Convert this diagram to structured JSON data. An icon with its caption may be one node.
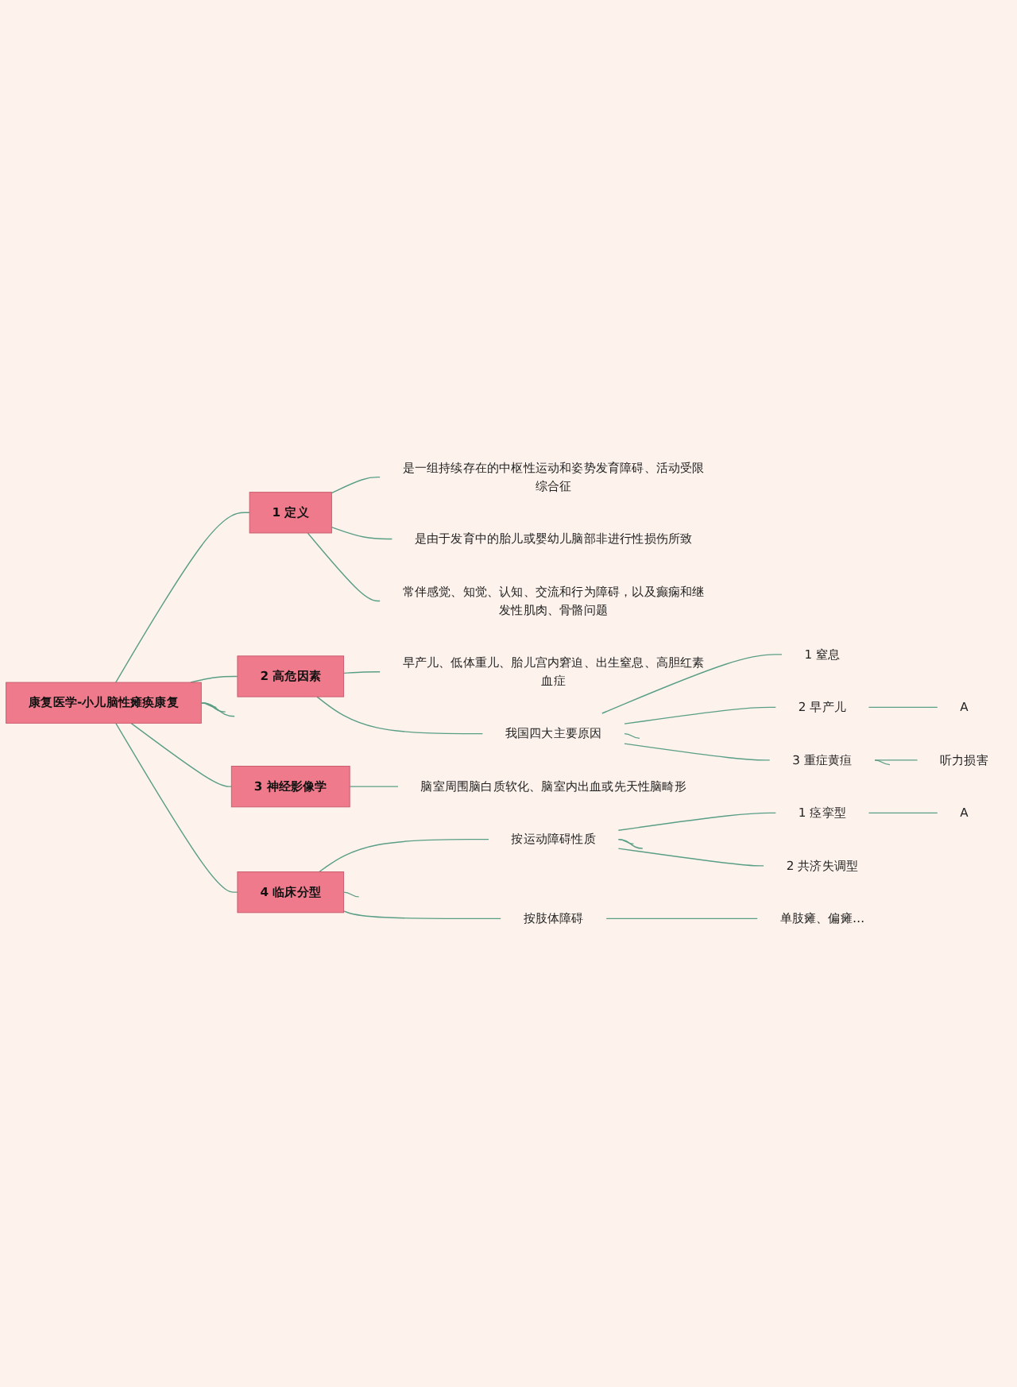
{
  "diagram": {
    "nodes": [
      {
        "text": [
          "康复医学-小儿脑性瘫痪康复"
        ]
      },
      {
        "text": [
          "1 定义"
        ]
      },
      {
        "text": [
          "是一组持续存在的中枢性运动和姿势发育障碍、活动受限综合征"
        ]
      },
      {
        "text": [
          "是由于发育中的胎儿或婴幼儿脑部非进行性损伤所致"
        ]
      },
      {
        "text": [
          "常伴感觉、知觉、认知、交流和行为障碍，以及癫痫和继发性肌肉、骨骼问题"
        ]
      },
      {
        "text": [
          "2 高危因素"
        ]
      },
      {
        "text": [
          "早产儿、低体重儿、胎儿宫内窘迫、出生窒息、高胆红素血症"
        ]
      },
      {
        "text": [
          "我国四大主要原因"
        ]
      },
      {
        "text": [
          "1 窒息"
        ]
      },
      {
        "text": [
          "2 早产儿"
        ]
      },
      {
        "text": [
          "A"
        ]
      },
      {
        "text": [
          "3 重症黄疸"
        ]
      },
      {
        "text": [
          "听力损害"
        ]
      },
      {
        "text": [
          "3 神经影像学"
        ]
      },
      {
        "text": [
          "脑室周围脑白质软化、脑室内出血或先天性脑畸形"
        ]
      },
      {
        "text": [
          "4 临床分型"
        ]
      },
      {
        "text": [
          "按运动障碍性质"
        ]
      },
      {
        "text": [
          "1 痉挛型"
        ]
      },
      {
        "text": [
          "A"
        ]
      },
      {
        "text": [
          "2 共济失调型"
        ]
      },
      {
        "text": [
          "按肢体障碍"
        ]
      },
      {
        "text": [
          "单肢瘫、偏瘫…"
        ]
      }
    ],
    "edges": [
      {
        "from": 0,
        "to": 1,
        "arrow": "none"
      },
      {
        "from": 1,
        "to": 2,
        "arrow": "none"
      },
      {
        "from": 1,
        "to": 3,
        "arrow": "none"
      },
      {
        "from": 1,
        "to": 4,
        "arrow": "none"
      },
      {
        "from": 0,
        "to": 5,
        "arrow": "none"
      },
      {
        "from": 5,
        "to": 6,
        "arrow": "none"
      },
      {
        "from": 5,
        "to": 7,
        "arrow": "none"
      },
      {
        "from": 7,
        "to": 8,
        "arrow": "none"
      },
      {
        "from": 7,
        "to": 9,
        "arrow": "none"
      },
      {
        "from": 9,
        "to": 10,
        "arrow": "none"
      },
      {
        "from": 7,
        "to": 11,
        "arrow": "none"
      },
      {
        "from": 11,
        "to": 12,
        "arrow": "none"
      },
      {
        "from": 11,
        "to": null,
        "arrow": "none"
      },
      {
        "from": 7,
        "to": null,
        "arrow": "none"
      },
      {
        "from": 0,
        "to": 13,
        "arrow": "none"
      },
      {
        "from": 13,
        "to": 14,
        "arrow": "none"
      },
      {
        "from": 0,
        "to": 15,
        "arrow": "none"
      },
      {
        "from": 15,
        "to": 16,
        "arrow": "none"
      },
      {
        "from": 16,
        "to": 17,
        "arrow": "none"
      },
      {
        "from": 17,
        "to": 18,
        "arrow": "none"
      },
      {
        "from": 16,
        "to": 19,
        "arrow": "none"
      },
      {
        "from": 16,
        "to": null,
        "arrow": "none"
      },
      {
        "from": 16,
        "to": null,
        "arrow": "none"
      },
      {
        "from": 15,
        "to": 20,
        "arrow": "none"
      },
      {
        "from": 20,
        "to": 21,
        "arrow": "none"
      },
      {
        "from": 15,
        "to": null,
        "arrow": "none"
      },
      {
        "from": 0,
        "to": null,
        "arrow": "none"
      },
      {
        "from": 0,
        "to": null,
        "arrow": "none"
      },
      {
        "from": 0,
        "to": null,
        "arrow": "none"
      }
    ]
  }
}
